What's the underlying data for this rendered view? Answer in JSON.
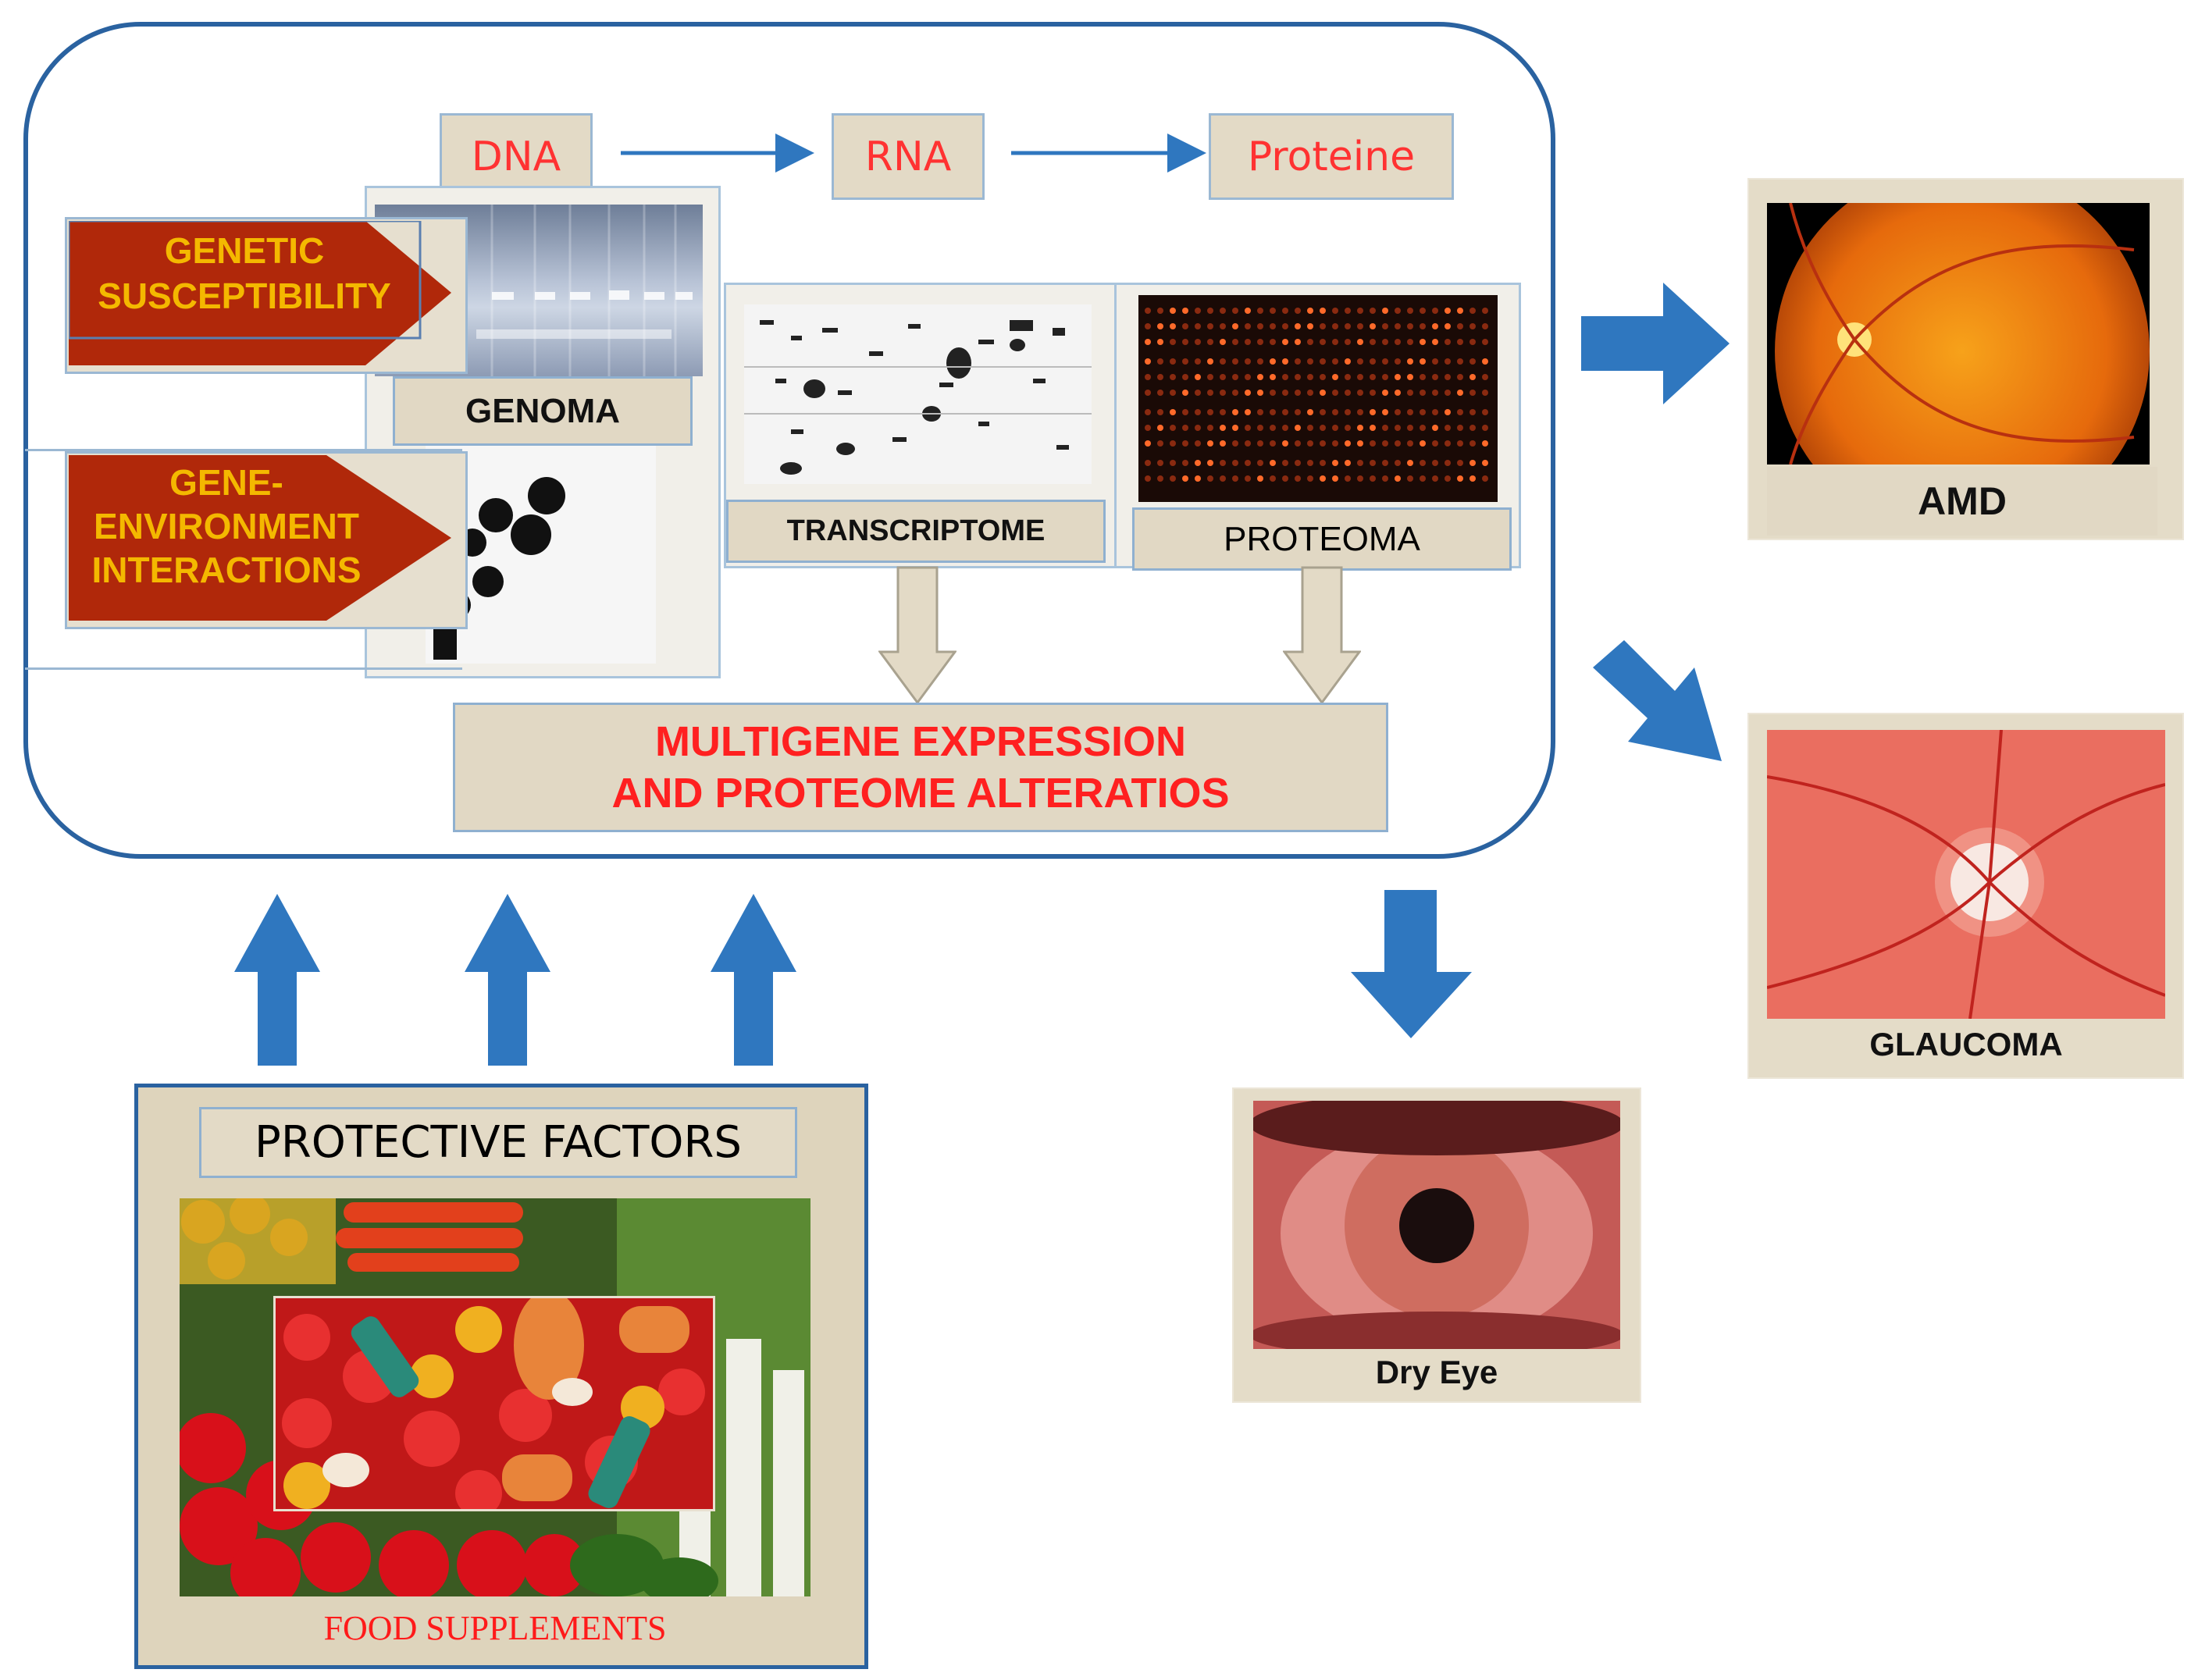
{
  "flow": {
    "dna": "DNA",
    "rna": "RNA",
    "protein": "Proteine"
  },
  "factors": {
    "genetic": "GENETIC SUSCEPTIBILITY",
    "genetic_line1": "GENETIC",
    "genetic_line2": "SUSCEPTIBILITY",
    "gene_env_line1": "GENE-",
    "gene_env_line2": "ENVIRONMENT",
    "gene_env_line3": "INTERACTIONS"
  },
  "omics": {
    "genoma": "GENOMA",
    "transcriptome": "TRANSCRIPTOME",
    "proteoma": "PROTEOMA"
  },
  "result": {
    "line1": "MULTIGENE EXPRESSION",
    "line2": "AND PROTEOME ALTERATIOS"
  },
  "protective": {
    "title": "PROTECTIVE FACTORS",
    "caption": "FOOD SUPPLEMENTS"
  },
  "diseases": {
    "amd": "AMD",
    "glaucoma": "GLAUCOMA",
    "dry_eye": "Dry Eye"
  },
  "colors": {
    "frame_blue": "#2a62a0",
    "arrow_blue": "#2f77bf",
    "beige": "#e1d8c4",
    "red_text": "#ff2020",
    "arrow_red": "#b32a0a",
    "arrow_text_yellow": "#f4b800"
  }
}
